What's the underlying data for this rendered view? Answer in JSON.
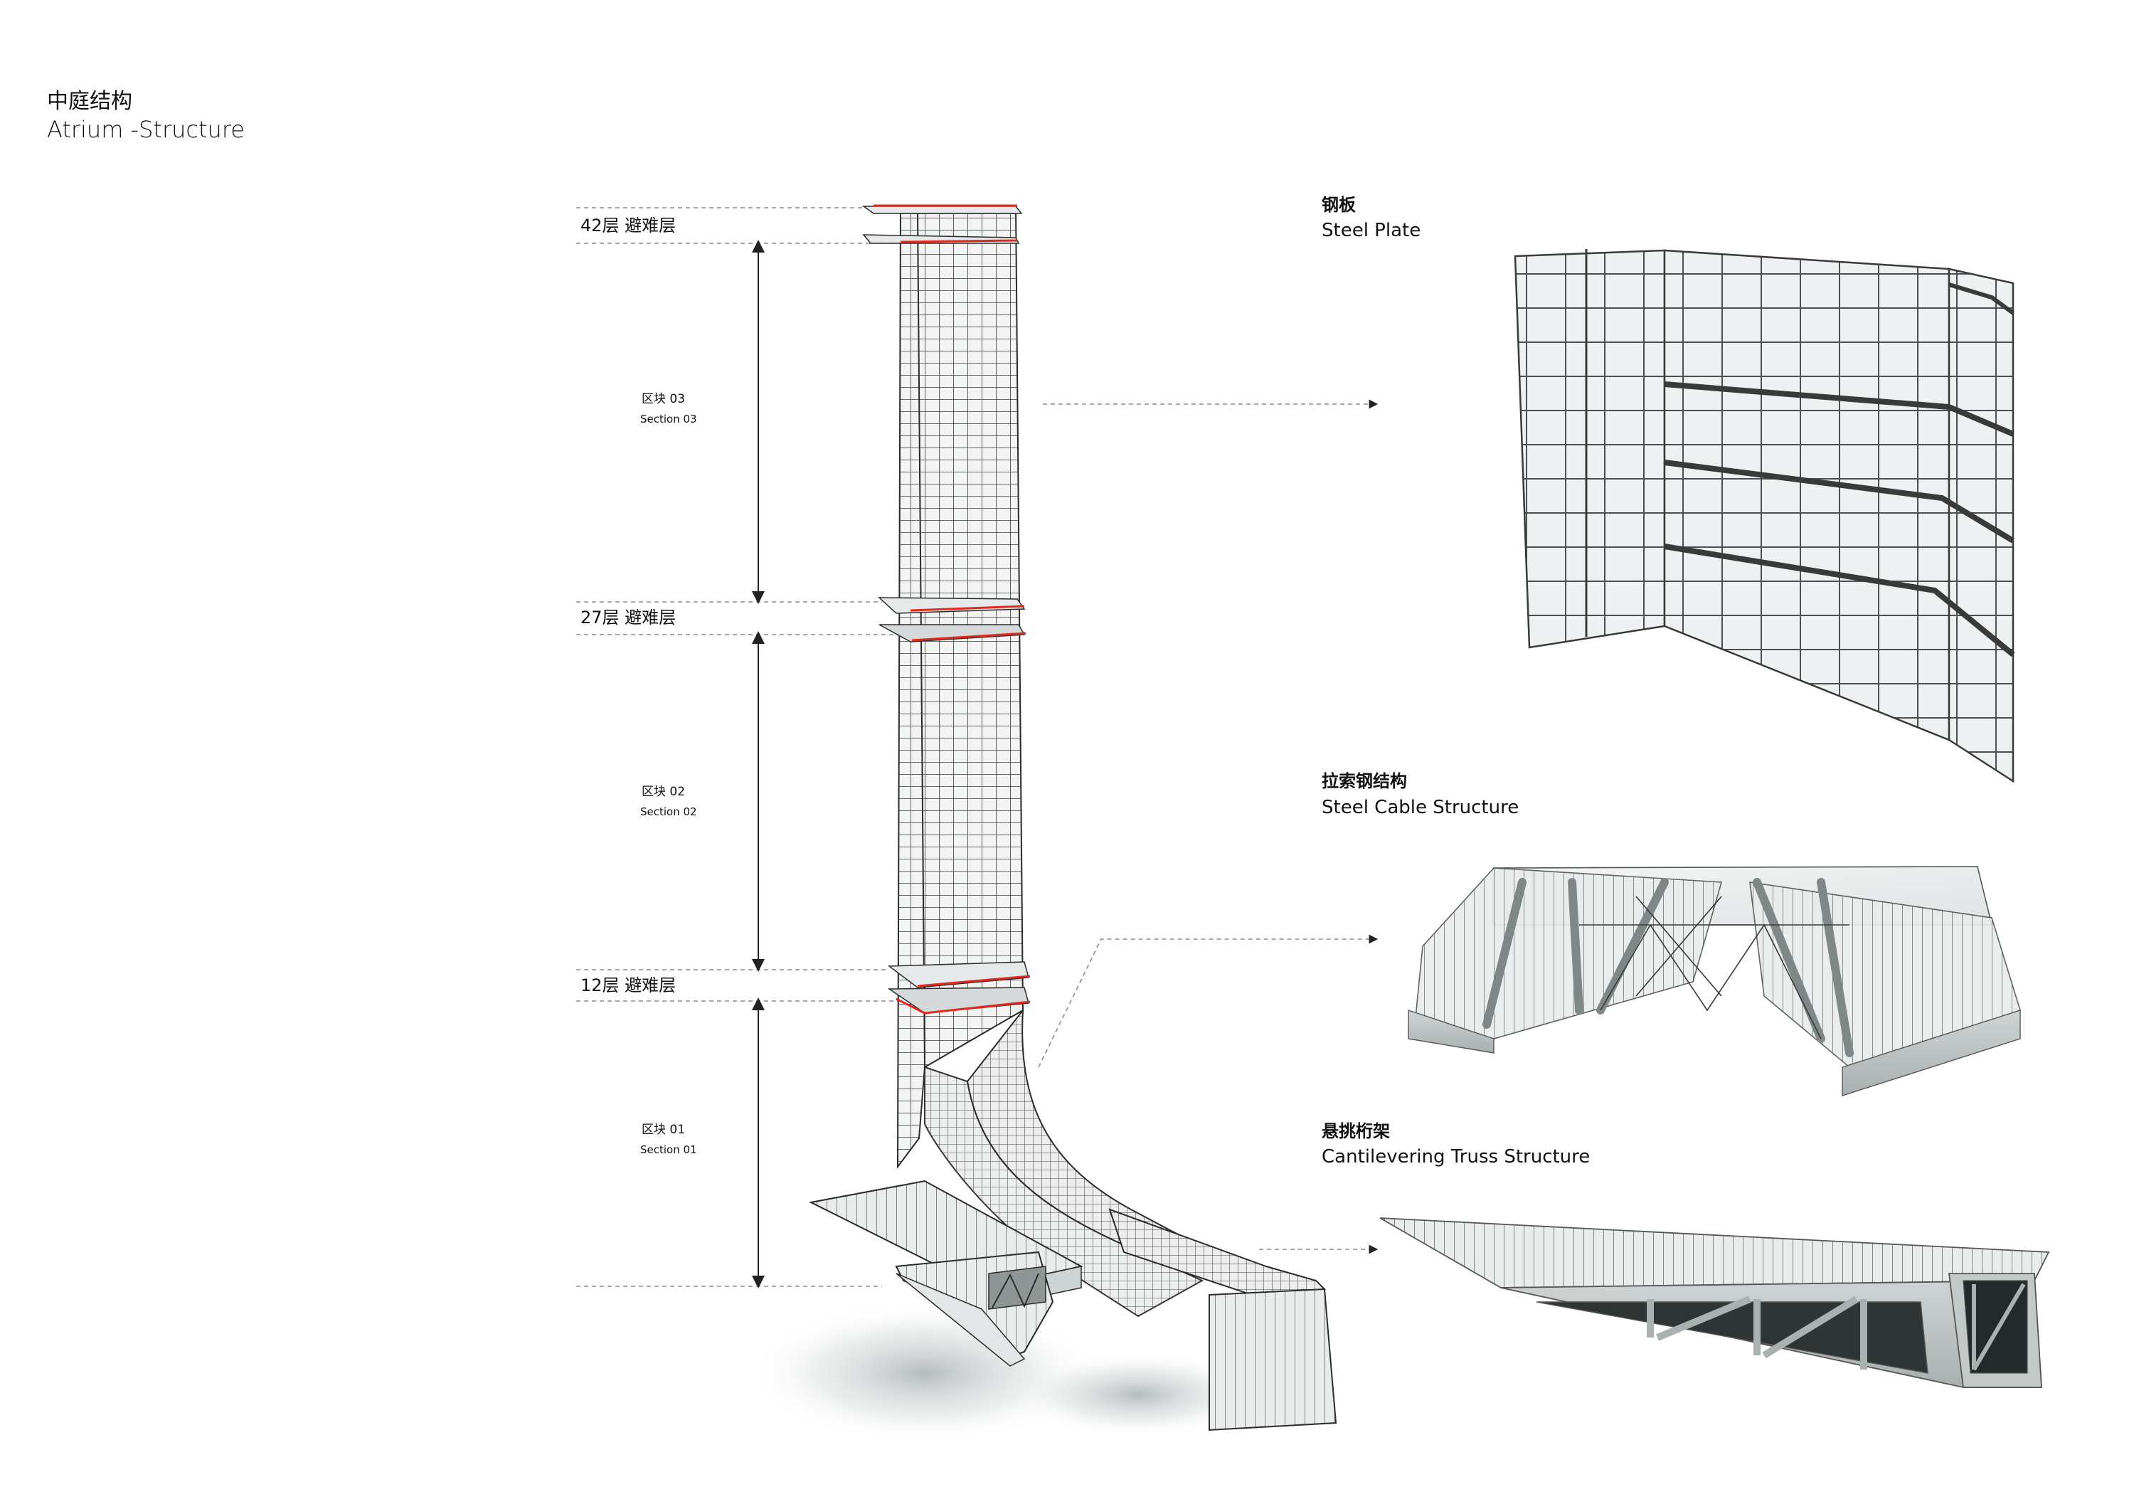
{
  "title": {
    "cn": "中庭结构",
    "en": "Atrium -Structure"
  },
  "levels": [
    {
      "label": "42层 避难层"
    },
    {
      "label": "27层 避难层"
    },
    {
      "label": "12层 避难层"
    }
  ],
  "sections": [
    {
      "cn": "区块 03",
      "en": "Section 03"
    },
    {
      "cn": "区块 02",
      "en": "Section 02"
    },
    {
      "cn": "区块 01",
      "en": "Section 01"
    }
  ],
  "details": [
    {
      "cn": "钢板",
      "en": "Steel Plate"
    },
    {
      "cn": "拉索钢结构",
      "en": "Steel Cable Structure"
    },
    {
      "cn": "悬挑桁架",
      "en": "Cantilevering Truss Structure"
    }
  ],
  "colors": {
    "refuge_floor": "#e0291f",
    "frame": "#2b2b2b",
    "glass": "#e7eaea"
  }
}
